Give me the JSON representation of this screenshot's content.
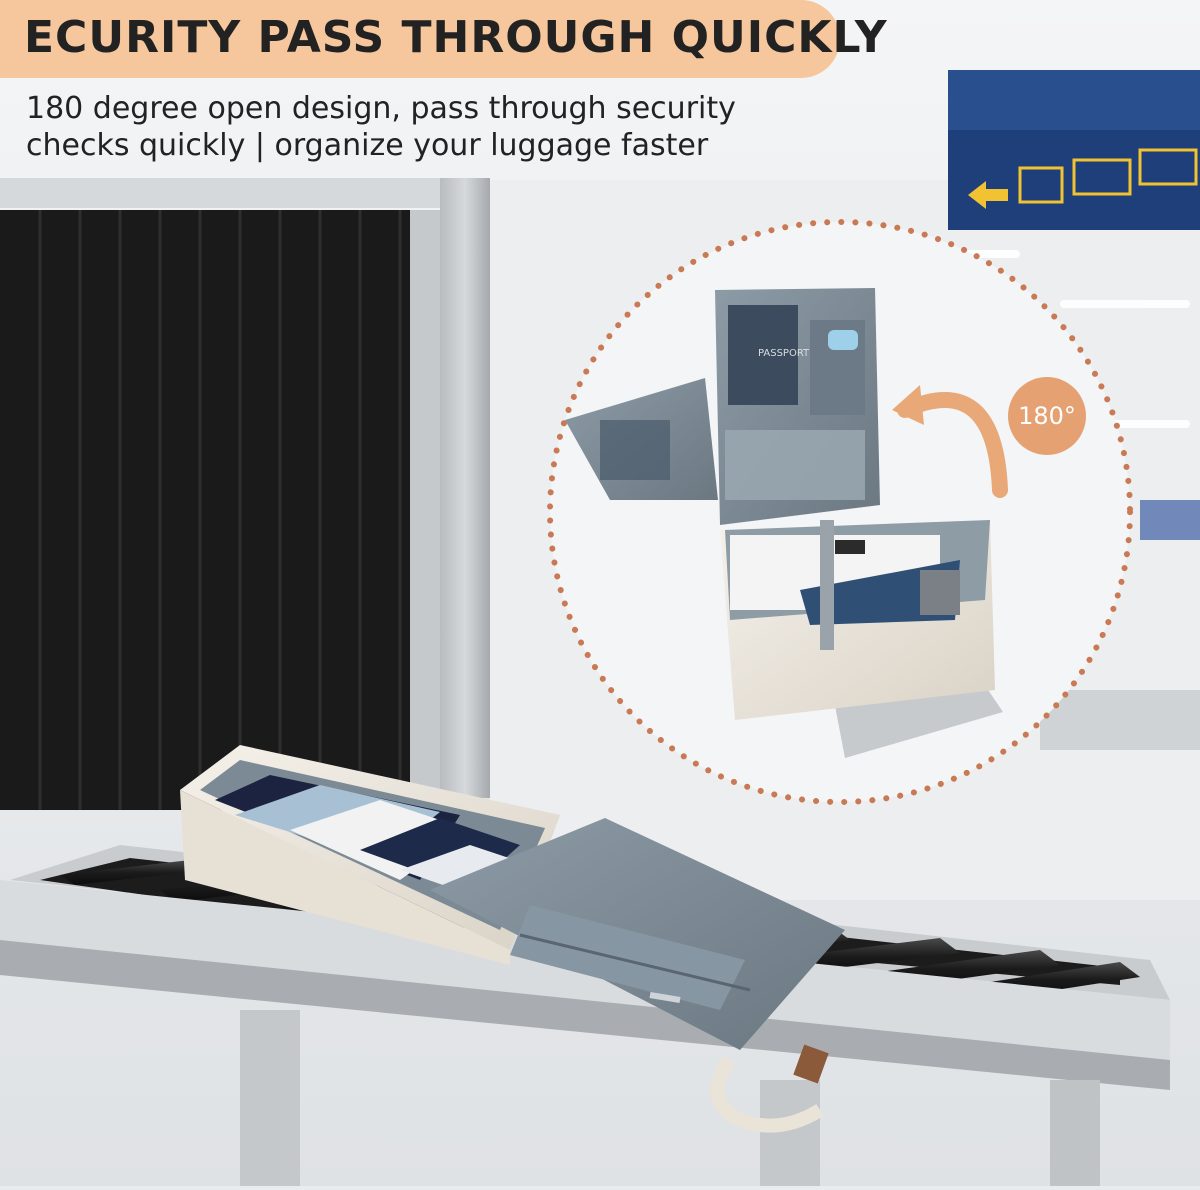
{
  "headline": "ECURITY PASS THROUGH QUICKLY",
  "subtitle": "180 degree open design, pass through security checks quickly | organize your luggage faster",
  "rotation_badge": "180°",
  "passport_label": "PASSPORT",
  "colors": {
    "banner": "#f6c69c",
    "badge": "#e6a173",
    "dotted_circle": "#c97a55",
    "bag_cream": "#efe9df",
    "bag_lining": "#7f8e99",
    "airport_sign": "#1e3f7a"
  }
}
